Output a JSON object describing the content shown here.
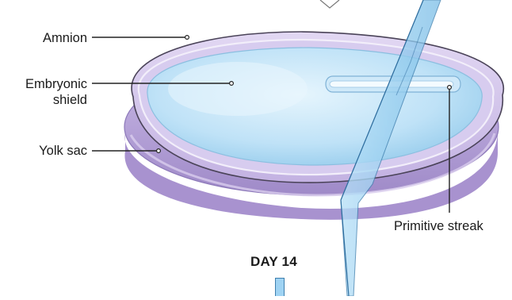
{
  "labels": {
    "amnion": "Amnion",
    "embryonic_shield_line1": "Embryonic",
    "embryonic_shield_line2": "shield",
    "yolk_sac": "Yolk sac",
    "primitive_streak": "Primitive streak"
  },
  "stage": "DAY 14",
  "colors": {
    "amnion_fill": "#c9b8e4",
    "yolk_sac_fill": "#b7a4d8",
    "embryonic_disc": "#bfe2f7",
    "section_plane": "#9fd3f3",
    "leader_line": "#222222"
  }
}
